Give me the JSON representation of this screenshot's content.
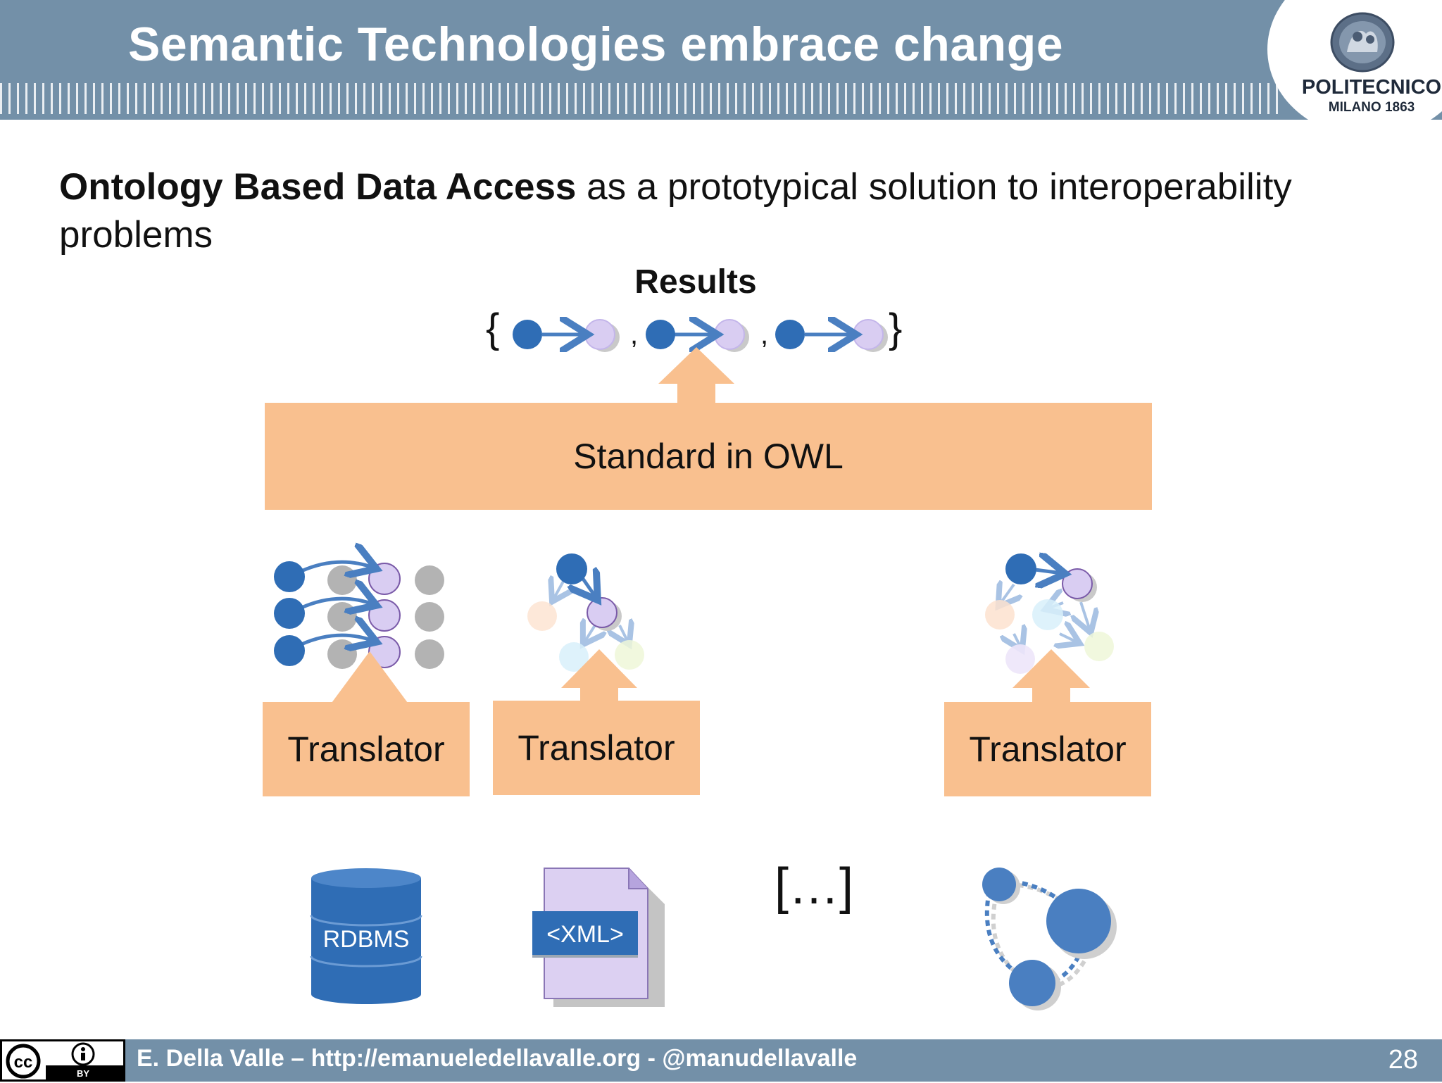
{
  "header": {
    "title": "Semantic Technologies embrace change",
    "logo_name": "POLITECNICO",
    "logo_sub": "MILANO 1863"
  },
  "intro": {
    "bold": "Ontology Based Data Access",
    "rest": " as a prototypical solution to interoperability problems"
  },
  "diagram": {
    "results_label": "Results",
    "result_set": {
      "open_brace": "{",
      "separator": ",",
      "close_brace": "}"
    },
    "ontology_label": "Standard in OWL",
    "translator_label": "Translator",
    "sources": {
      "rdbms_label": "RDBMS",
      "xml_label": "<XML>",
      "ellipsis": "[…]"
    }
  },
  "footer": {
    "text": "E. Della Valle – http://emanueledellavalle.org - @manudellavalle",
    "page": "28",
    "license_by": "BY"
  },
  "colors": {
    "header_bg": "#7390a8",
    "box_fill": "#f9c08f",
    "node_blue": "#2f6db5",
    "node_lavender": "#d9cdf2"
  }
}
